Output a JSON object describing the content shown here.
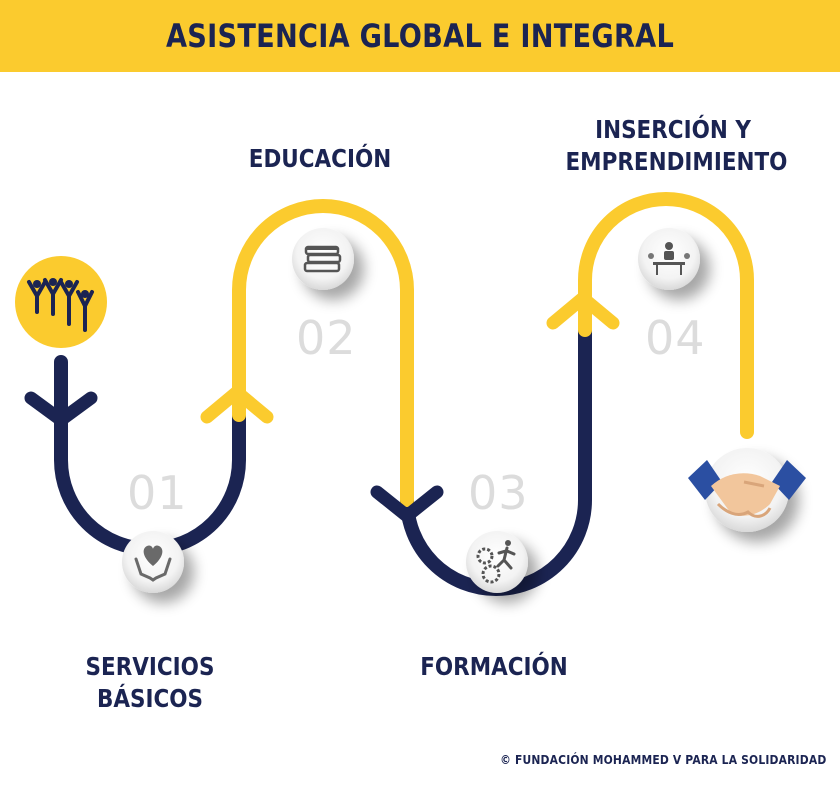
{
  "title": "ASISTENCIA GLOBAL E INTEGRAL",
  "steps": [
    {
      "number": "01",
      "label_line1": "SERVICIOS",
      "label_line2": "BÁSICOS",
      "icon": "heart-hands-icon"
    },
    {
      "number": "02",
      "label_line1": "EDUCACIÓN",
      "icon": "books-icon"
    },
    {
      "number": "03",
      "label_line1": "FORMACIÓN",
      "icon": "gears-runner-icon"
    },
    {
      "number": "04",
      "label_line1": "INSERCIÓN Y",
      "label_line2": "EMPRENDIMIENTO",
      "icon": "meeting-icon"
    }
  ],
  "start_icon": "people-group-icon",
  "end_icon": "handshake-icon",
  "footer": "© FUNDACIÓN MOHAMMED V PARA LA SOLIDARIDAD",
  "colors": {
    "navy": "#1B2452",
    "yellow": "#FBCB2E",
    "number_gray": "#DCDCDC"
  }
}
